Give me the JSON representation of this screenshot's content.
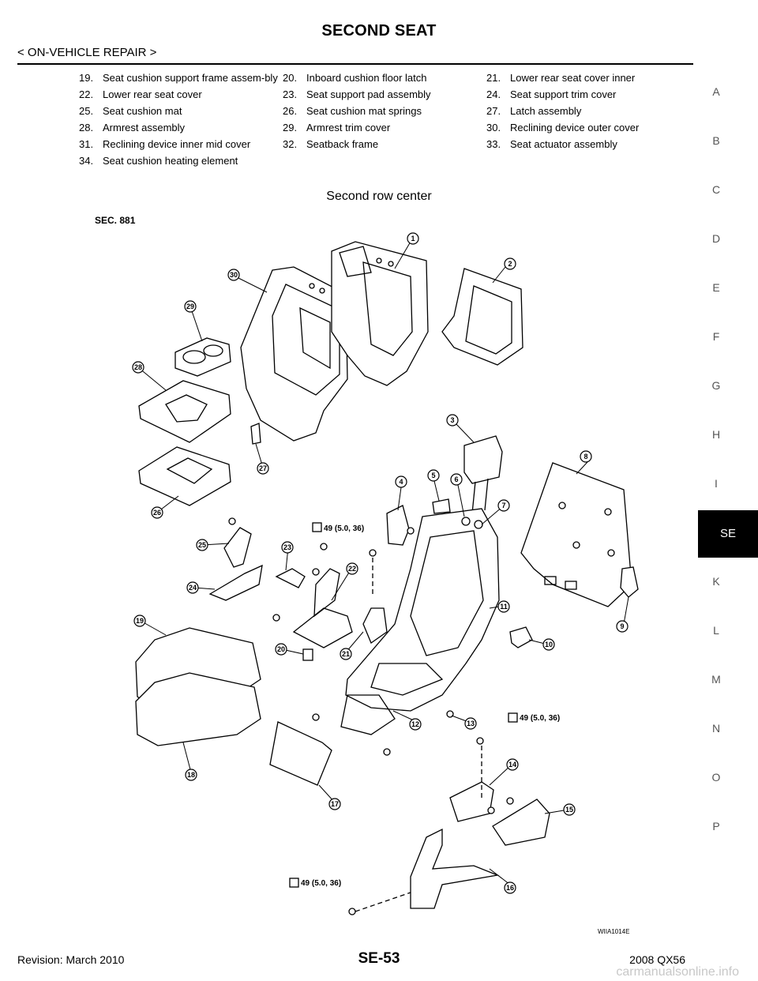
{
  "header": {
    "title": "SECOND SEAT",
    "subtitle": "< ON-VEHICLE REPAIR >"
  },
  "legend": [
    [
      {
        "num": "19.",
        "text": "Seat cushion support frame assem-bly"
      },
      {
        "num": "20.",
        "text": "Inboard cushion floor latch"
      },
      {
        "num": "21.",
        "text": "Lower rear seat cover inner"
      }
    ],
    [
      {
        "num": "22.",
        "text": "Lower rear seat cover"
      },
      {
        "num": "23.",
        "text": "Seat support pad assembly"
      },
      {
        "num": "24.",
        "text": "Seat support trim cover"
      }
    ],
    [
      {
        "num": "25.",
        "text": "Seat cushion mat"
      },
      {
        "num": "26.",
        "text": "Seat cushion mat springs"
      },
      {
        "num": "27.",
        "text": "Latch assembly"
      }
    ],
    [
      {
        "num": "28.",
        "text": "Armrest assembly"
      },
      {
        "num": "29.",
        "text": "Armrest trim cover"
      },
      {
        "num": "30.",
        "text": "Reclining device outer cover"
      }
    ],
    [
      {
        "num": "31.",
        "text": "Reclining device inner mid cover"
      },
      {
        "num": "32.",
        "text": "Seatback frame"
      },
      {
        "num": "33.",
        "text": "Seat actuator assembly"
      }
    ],
    [
      {
        "num": "34.",
        "text": "Seat cushion heating element"
      },
      {
        "num": "",
        "text": ""
      },
      {
        "num": "",
        "text": ""
      }
    ]
  ],
  "figure": {
    "caption": "Second row center",
    "section": "SEC. 881",
    "torque_label": "49 (5.0, 36)",
    "figure_id": "WIIA1014E",
    "callouts": [
      "1",
      "2",
      "3",
      "4",
      "5",
      "6",
      "7",
      "8",
      "9",
      "10",
      "11",
      "12",
      "13",
      "14",
      "15",
      "16",
      "17",
      "18",
      "19",
      "20",
      "21",
      "22",
      "23",
      "24",
      "25",
      "26",
      "27",
      "28",
      "29",
      "30"
    ]
  },
  "side_index": [
    "A",
    "B",
    "C",
    "D",
    "E",
    "F",
    "G",
    "H",
    "I",
    "SE",
    "K",
    "L",
    "M",
    "N",
    "O",
    "P"
  ],
  "side_index_active": "SE",
  "footer": {
    "revision": "Revision: March 2010",
    "page": "SE-53",
    "model": "2008 QX56"
  },
  "watermark": "carmanualsonline.info",
  "colors": {
    "ink": "#000000",
    "active_tab_bg": "#000000",
    "active_tab_text": "#ffffff",
    "watermark": "#c8c8c8"
  }
}
